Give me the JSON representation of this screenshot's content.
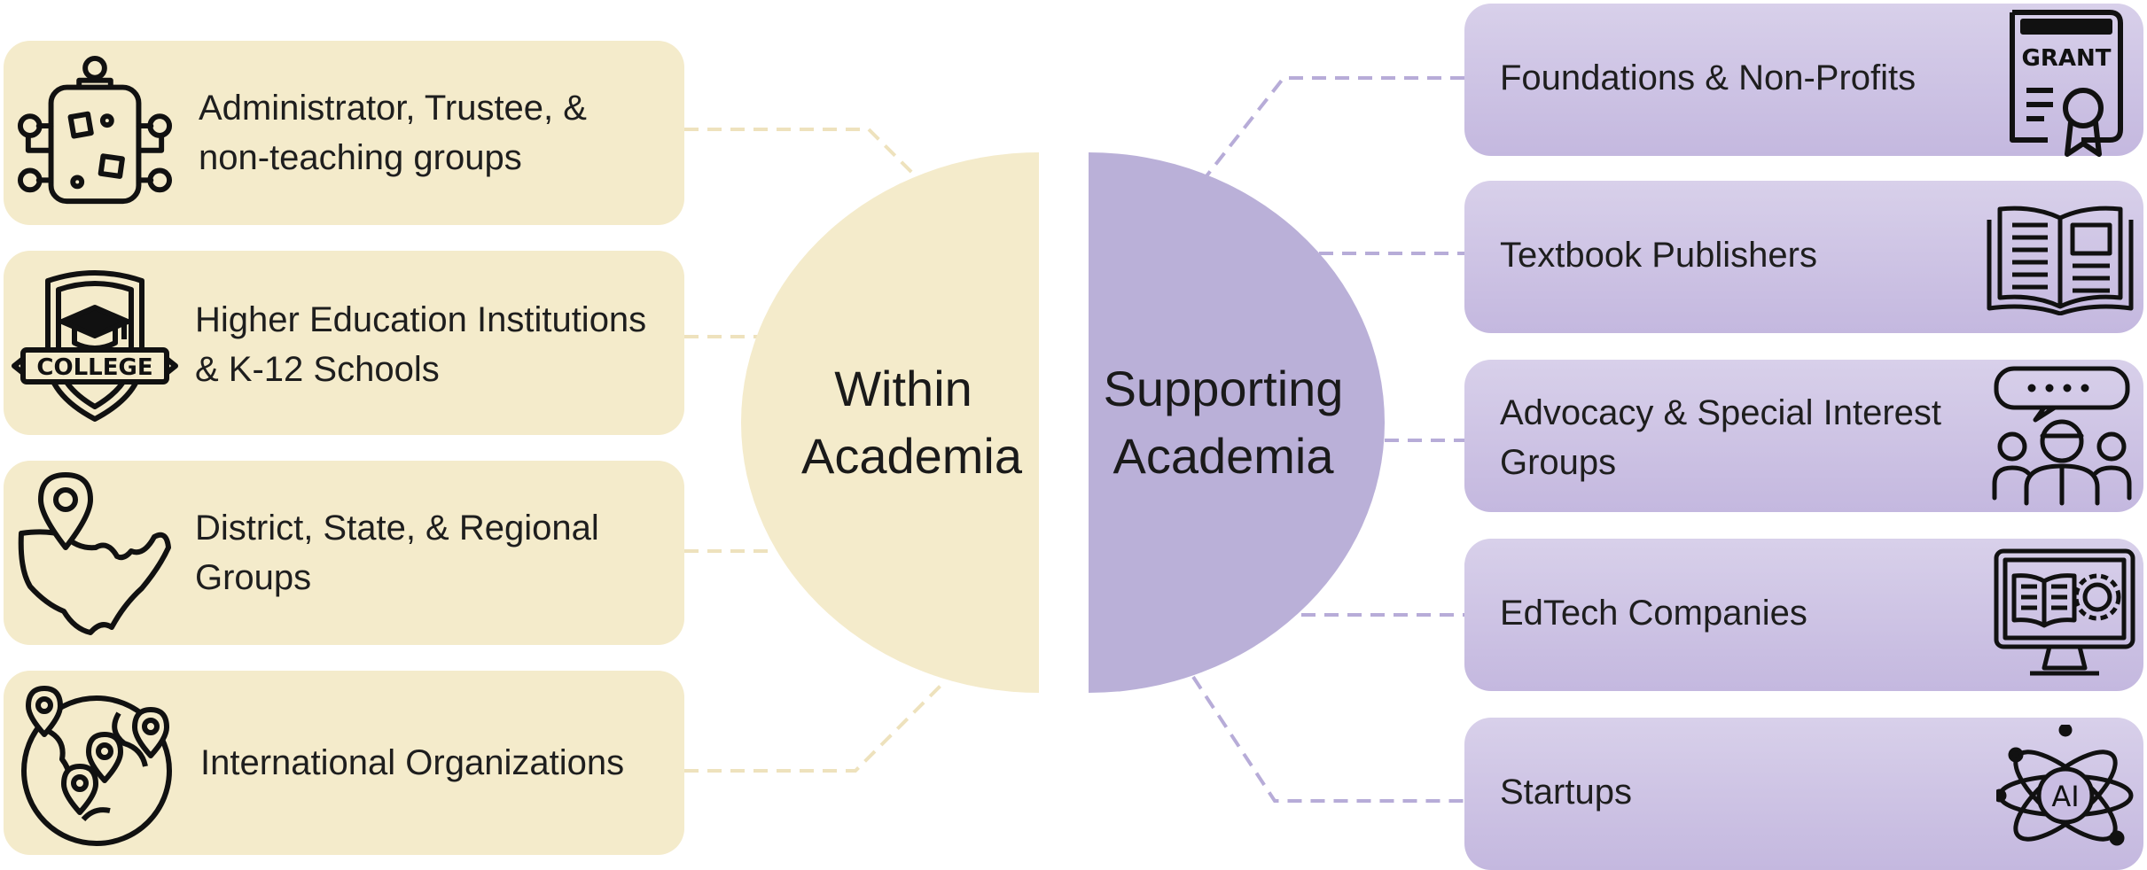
{
  "hubs": {
    "within": "Within Academia",
    "supporting": "Supporting Academia"
  },
  "left_groups": [
    {
      "label": "Administrator, Trustee, & non-teaching groups",
      "icon": "meeting-table-icon"
    },
    {
      "label": "Higher Education Institutions & K-12 Schools",
      "icon": "college-badge-icon"
    },
    {
      "label": "District, State, & Regional Groups",
      "icon": "us-map-pin-icon"
    },
    {
      "label": "International Organizations",
      "icon": "globe-pins-icon"
    }
  ],
  "right_groups": [
    {
      "label": "Foundations & Non-Profits",
      "icon": "grant-certificate-icon",
      "icon_text": "GRANT"
    },
    {
      "label": "Textbook Publishers",
      "icon": "open-book-icon"
    },
    {
      "label": "Advocacy & Special Interest Groups",
      "icon": "speaking-group-icon"
    },
    {
      "label": "EdTech Companies",
      "icon": "monitor-book-gear-icon"
    },
    {
      "label": "Startups",
      "icon": "ai-atom-icon",
      "icon_text": "AI"
    }
  ],
  "colors": {
    "left_fill": "#f4ebcb",
    "right_fill": "#c4b8df",
    "right_hub": "#bab0d8",
    "left_dash": "#eee2bd",
    "right_dash": "#b7acd8"
  }
}
